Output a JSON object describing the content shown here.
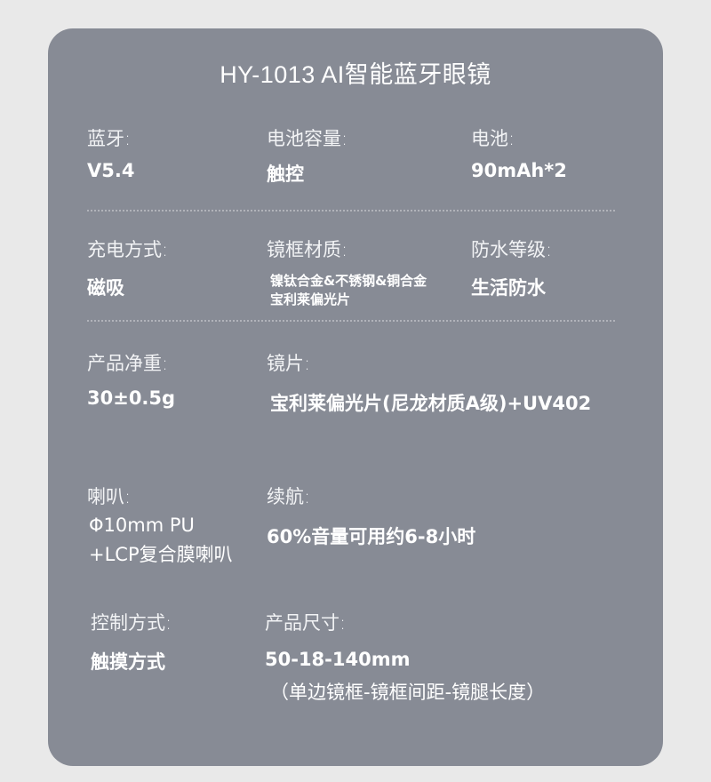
{
  "title": "HY-1013 AI智能蓝牙眼镜",
  "specs": {
    "bluetooth": {
      "label": "蓝牙:",
      "value": "V5.4"
    },
    "battery_capacity": {
      "label": "电池容量:",
      "value": "触控"
    },
    "battery": {
      "label": "电池:",
      "value": "90mAh*2"
    },
    "charging": {
      "label": "充电方式:",
      "value": "磁吸"
    },
    "frame_material": {
      "label": "镜框材质:",
      "value_line1": "镍钛合金&不锈钢&铜合金",
      "value_line2": "宝利莱偏光片"
    },
    "waterproof": {
      "label": "防水等级:",
      "value": "生活防水"
    },
    "net_weight": {
      "label": "产品净重:",
      "value": "30±0.5g"
    },
    "lens": {
      "label": "镜片:",
      "value": "宝利莱偏光片(尼龙材质A级)+UV402"
    },
    "speaker": {
      "label": "喇叭:",
      "value_line1": "Φ10mm PU",
      "value_line2": "+LCP复合膜喇叭"
    },
    "battery_life": {
      "label": "续航:",
      "value": "60%音量可用约6-8小时"
    },
    "control": {
      "label": "控制方式:",
      "value": "触摸方式"
    },
    "size": {
      "label": "产品尺寸:",
      "value": "50-18-140mm",
      "note": "（单边镜框-镜框间距-镜腿长度）"
    }
  },
  "colors": {
    "card": "#878b95",
    "background": "#e9e9e9",
    "text": "#ffffff"
  }
}
